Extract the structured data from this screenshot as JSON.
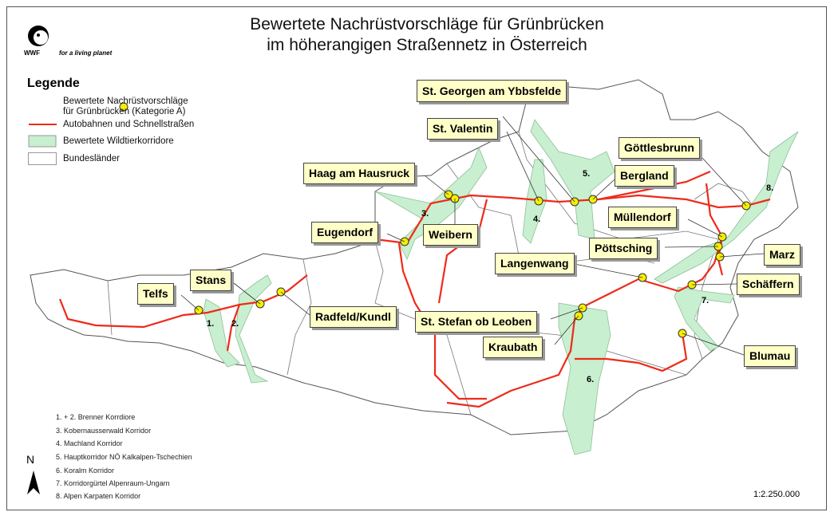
{
  "title": {
    "line1": "Bewertete Nachrüstvorschläge für Grünbrücken",
    "line2": "im höherangigen Straßennetz in Österreich"
  },
  "logo": {
    "brand": "WWF",
    "tagline": "for a living planet"
  },
  "legend": {
    "title": "Legende",
    "items": [
      {
        "label1": "Bewertete Nachrüstvorschläge",
        "label2": "für Grünbrücken (Kategorie A)"
      },
      {
        "label": "Autobahnen und Schnellstraßen"
      },
      {
        "label": "Bewertete Wildtierkorridore"
      },
      {
        "label": "Bundesländer"
      }
    ]
  },
  "colors": {
    "road": "#ee2a1a",
    "corridor": "#c8efcf",
    "marker": "#f5ee00",
    "label_bg": "#ffffc8"
  },
  "sites": [
    "St. Georgen am Ybbsfelde",
    "St. Valentin",
    "Göttlesbrunn",
    "Haag am Hausruck",
    "Bergland",
    "Müllendorf",
    "Eugendorf",
    "Weibern",
    "Pöttsching",
    "Marz",
    "Langenwang",
    "Schäffern",
    "Telfs",
    "Stans",
    "Radfeld/Kundl",
    "St. Stefan ob Leoben",
    "Kraubath",
    "Blumau"
  ],
  "corridor_numbers": [
    "1.",
    "2.",
    "3.",
    "4.",
    "5.",
    "6.",
    "7.",
    "8."
  ],
  "corridors": [
    "1. + 2. Brenner Korrdiore",
    "3. Kobernausserwald Korridor",
    "4. Machland Korridor",
    "5. Hauptkorridor NÖ Kalkalpen-Tschechien",
    "6. Koralm Korridor",
    "7. Korridorgürtel Alpenraum-Ungarn",
    "8. Alpen Karpaten Korridor"
  ],
  "north": "N",
  "scale": "1:2.250.000"
}
